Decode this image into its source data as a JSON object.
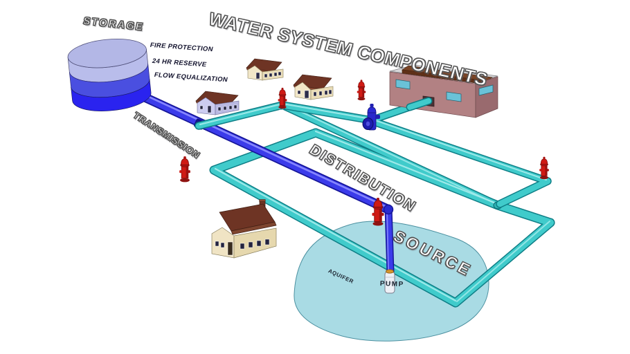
{
  "diagram": {
    "title": "WATER SYSTEM COMPONENTS",
    "labels": {
      "storage": "STORAGE",
      "storage_functions": [
        "FIRE PROTECTION",
        "24 HR RESERVE",
        "FLOW EQUALIZATION"
      ],
      "transmission": "TRANSMISSION",
      "distribution": "DISTRIBUTION",
      "source": "SOURCE",
      "aquifer": "AQUIFER",
      "pump": "PUMP"
    },
    "components": [
      {
        "name": "storage-tank"
      },
      {
        "name": "transmission-main"
      },
      {
        "name": "distribution-network"
      },
      {
        "name": "aquifer"
      },
      {
        "name": "well-pump"
      },
      {
        "name": "gate-valve",
        "count": 1
      },
      {
        "name": "fire-hydrant",
        "count": 5
      },
      {
        "name": "house",
        "count": 4
      },
      {
        "name": "commercial-building",
        "count": 1
      }
    ],
    "colors": {
      "transmission_pipe": "#3b3bea",
      "distribution_pipe": "#40cbcb",
      "aquifer_fill": "#a9dbe4",
      "hydrant_red": "#cf1a14",
      "valve_blue": "#2828cc",
      "tank_top": "#b3b7e6",
      "tank_mid": "#4a4fe0",
      "tank_bottom": "#2a23ef",
      "roof_brown": "#6e3424",
      "wall_cream": "#efe3c2",
      "wall_lavender": "#ccccf0",
      "building_mauve": "#b28183"
    }
  }
}
